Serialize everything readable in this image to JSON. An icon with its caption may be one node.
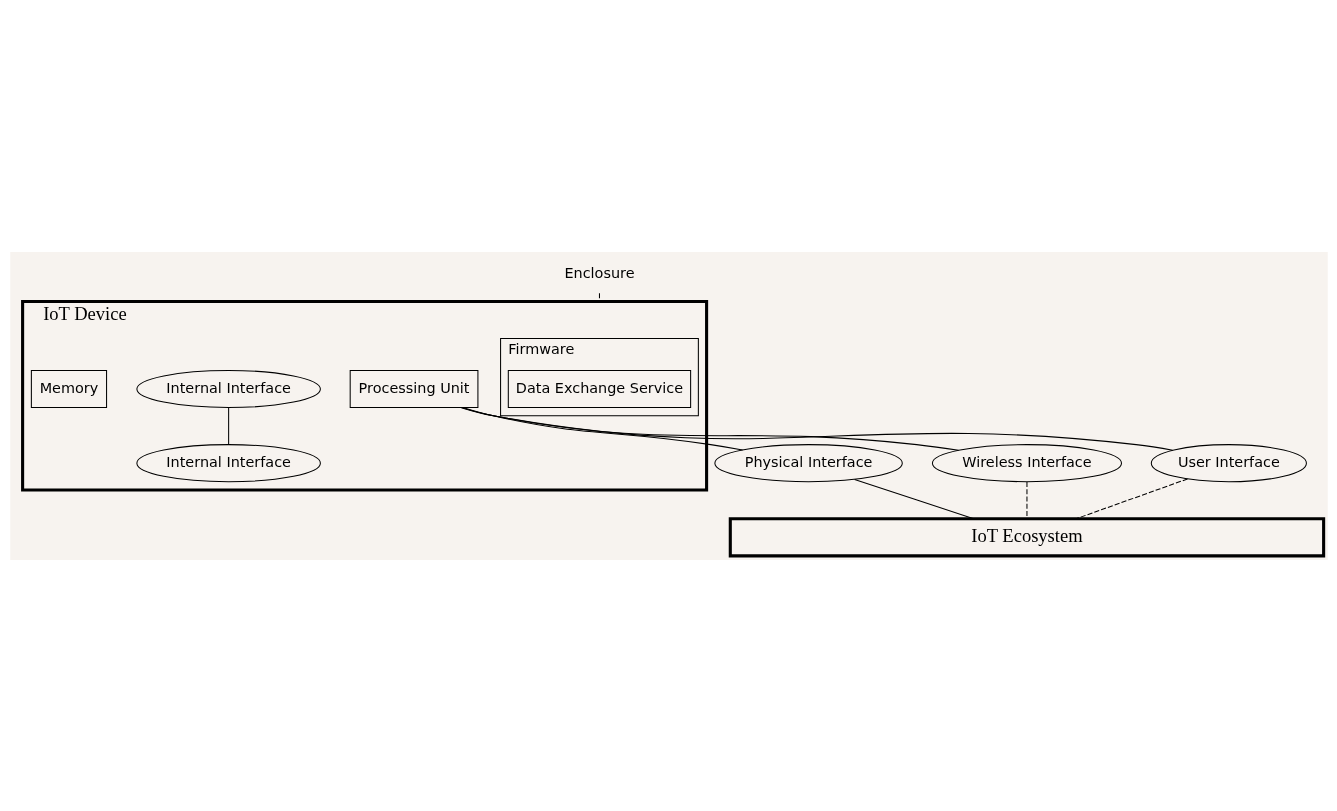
{
  "diagram": {
    "nodes": [
      {
        "text": [
          "IoT Device"
        ]
      },
      {
        "text": [
          "Firmware"
        ],
        "in": 0
      },
      {
        "text": [
          "Data Exchange Service"
        ],
        "in": 1
      },
      {
        "text": [
          "Processing Unit"
        ],
        "in": 0
      },
      {
        "text": [
          "Internal Interface"
        ],
        "in": 0
      },
      {
        "text": [
          "Memory"
        ],
        "in": 0
      },
      {
        "text": [
          "Internal Interface"
        ],
        "in": 0
      },
      {
        "text": [
          "Physical Interface"
        ]
      },
      {
        "text": [
          "Wireless Interface"
        ]
      },
      {
        "text": [
          "User Interface"
        ]
      },
      {
        "text": [
          "IoT Ecosystem"
        ]
      },
      {
        "text": [
          "Enclosure"
        ]
      }
    ],
    "edges": [
      {
        "from": 11,
        "to": 0,
        "arrow": "none",
        "style": "dashed"
      },
      {
        "from": 4,
        "to": 6,
        "arrow": "none"
      },
      {
        "from": 3,
        "to": 7,
        "arrow": "none"
      },
      {
        "from": 3,
        "to": 8,
        "arrow": "none"
      },
      {
        "from": 3,
        "to": 9,
        "arrow": "none"
      },
      {
        "from": 7,
        "to": 10,
        "arrow": "none"
      },
      {
        "from": 8,
        "to": 10,
        "arrow": "none",
        "style": "dashed"
      },
      {
        "from": 9,
        "to": 10,
        "arrow": "none",
        "style": "dashed"
      }
    ]
  }
}
